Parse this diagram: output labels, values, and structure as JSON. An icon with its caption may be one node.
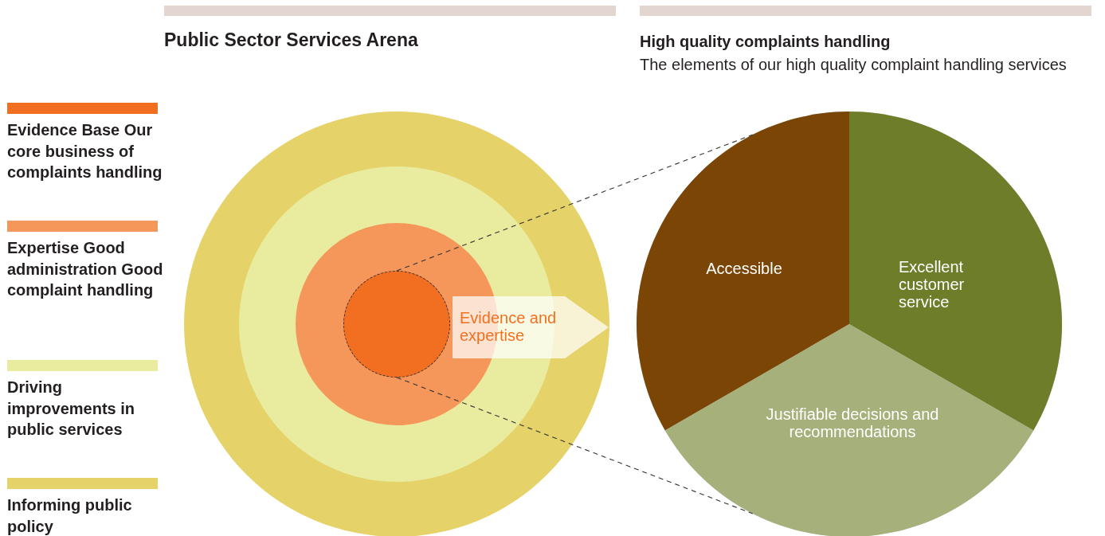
{
  "diagram": {
    "nodes": [
      {
        "text": [],
        "shape": "circle"
      },
      {
        "text": [],
        "shape": "circle",
        "in": 0
      },
      {
        "text": [],
        "shape": "circle",
        "in": 1
      },
      {
        "text": [],
        "shape": "circle",
        "in": 2
      },
      {
        "text": [
          "Evidence and expertise"
        ],
        "in": 0
      },
      {
        "text": [],
        "shape": "circle"
      },
      {
        "text": [
          "Accessible"
        ],
        "in": 5
      },
      {
        "text": [
          "Excellent customer service"
        ],
        "in": 5
      },
      {
        "text": [
          "Justifiable decisions and recommendations"
        ],
        "in": 5
      }
    ],
    "edges": [
      {
        "from": 3,
        "to": 6,
        "arrow": "none",
        "style": "dashed"
      },
      {
        "from": 3,
        "to": 8,
        "arrow": "none",
        "style": "dashed"
      }
    ],
    "labels": [
      "Public Sector Services Arena",
      "High quality complaints handling",
      "The elements of our high quality complaint handling services"
    ],
    "legend": [
      {
        "text": "Evidence Base Our core business of complaints handling",
        "color": "#f26f21"
      },
      {
        "text": "Expertise Good administration Good complaint handling",
        "color": "#f5965a"
      },
      {
        "text": "Driving improvements in public services",
        "color": "#e9eb9f"
      },
      {
        "text": "Informing public policy",
        "color": "#e5d36a"
      }
    ]
  }
}
